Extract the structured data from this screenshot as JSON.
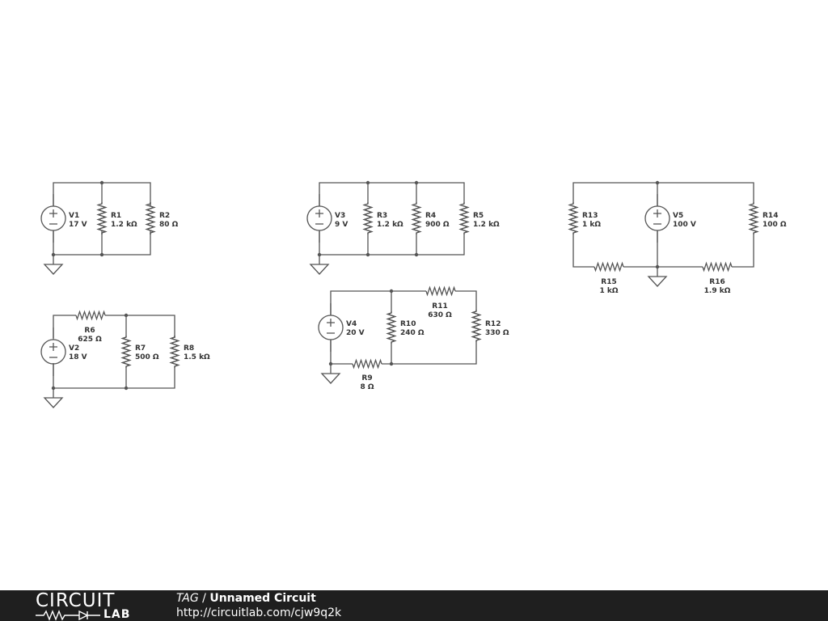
{
  "components": {
    "V1": {
      "name": "V1",
      "value": "17 V"
    },
    "R1": {
      "name": "R1",
      "value": "1.2 kΩ"
    },
    "R2": {
      "name": "R2",
      "value": "80 Ω"
    },
    "V2": {
      "name": "V2",
      "value": "18 V"
    },
    "R6": {
      "name": "R6",
      "value": "625 Ω"
    },
    "R7": {
      "name": "R7",
      "value": "500 Ω"
    },
    "R8": {
      "name": "R8",
      "value": "1.5 kΩ"
    },
    "V3": {
      "name": "V3",
      "value": "9 V"
    },
    "R3": {
      "name": "R3",
      "value": "1.2 kΩ"
    },
    "R4": {
      "name": "R4",
      "value": "900 Ω"
    },
    "R5": {
      "name": "R5",
      "value": "1.2 kΩ"
    },
    "V4": {
      "name": "V4",
      "value": "20 V"
    },
    "R9": {
      "name": "R9",
      "value": "8 Ω"
    },
    "R10": {
      "name": "R10",
      "value": "240 Ω"
    },
    "R11": {
      "name": "R11",
      "value": "630 Ω"
    },
    "R12": {
      "name": "R12",
      "value": "330 Ω"
    },
    "V5": {
      "name": "V5",
      "value": "100 V"
    },
    "R13": {
      "name": "R13",
      "value": "1 kΩ"
    },
    "R14": {
      "name": "R14",
      "value": "100 Ω"
    },
    "R15": {
      "name": "R15",
      "value": "1 kΩ"
    },
    "R16": {
      "name": "R16",
      "value": "1.9 kΩ"
    }
  },
  "footer": {
    "logo_top": "CIRCUIT",
    "logo_bottom": "LAB",
    "user": "TAG",
    "separator": " / ",
    "circuit_name": "Unnamed Circuit",
    "url": "http://circuitlab.com/cjw9q2k"
  }
}
